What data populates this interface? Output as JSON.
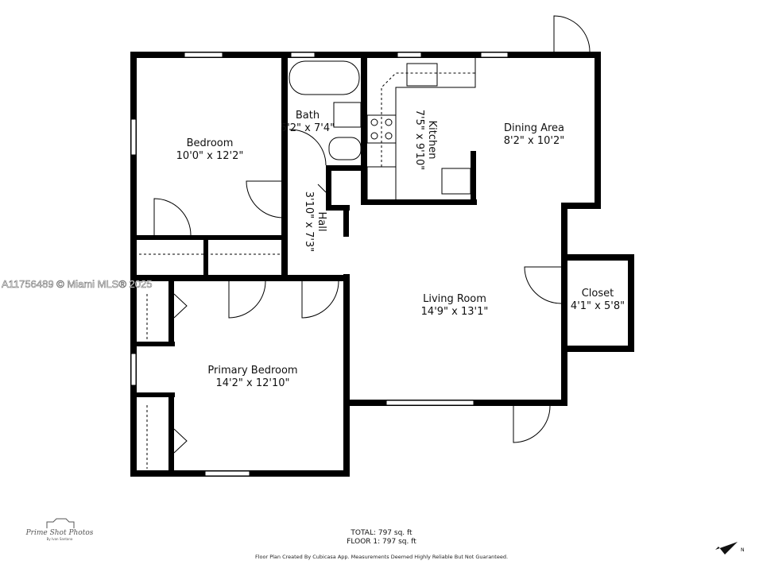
{
  "rooms": [
    {
      "name": "Bedroom",
      "size": "10'0\" x 12'2\""
    },
    {
      "name": "Bath",
      "size": "5'2\" x 7'4\""
    },
    {
      "name": "Kitchen",
      "size": "7'5\" x 9'10\""
    },
    {
      "name": "Dining Area",
      "size": "8'2\" x 10'2\""
    },
    {
      "name": "Hall",
      "size": "3'10\" x 7'3\""
    },
    {
      "name": "Living Room",
      "size": "14'9\" x 13'1\""
    },
    {
      "name": "Closet",
      "size": "4'1\" x 5'8\""
    },
    {
      "name": "Primary Bedroom",
      "size": "14'2\" x 12'10\""
    }
  ],
  "watermark": "A11756489 © Miami MLS® 2025",
  "totals": {
    "total": "TOTAL: 797 sq. ft",
    "floor": "FLOOR 1: 797 sq. ft"
  },
  "disclaimer": "Floor Plan Created By Cubicasa App. Measurements Deemed Highly Reliable But Not Guaranteed.",
  "logo": {
    "name": "Prime Shot Photos",
    "sub": "By Ivan Santana"
  },
  "compass": {
    "label": "N",
    "icon": "north-arrow-icon"
  },
  "colors": {
    "wall": "#000000",
    "background": "#ffffff"
  }
}
